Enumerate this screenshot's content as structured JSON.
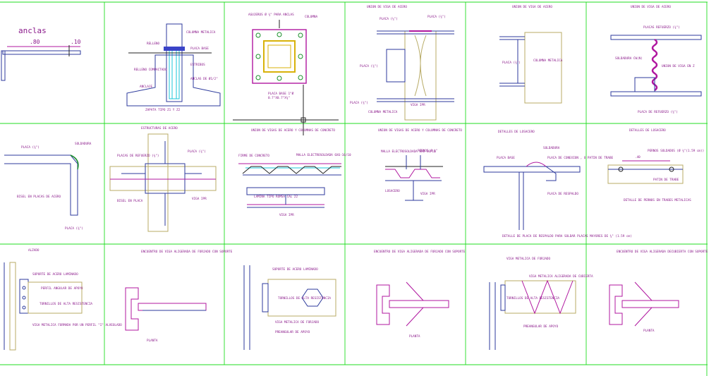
{
  "sheet": {
    "colors": {
      "grid": "#22dd22",
      "outline": "#2c3a9c",
      "label": "#8b1a8b",
      "magenta": "#b0179f",
      "cyan": "#18c5d8",
      "tan": "#b8ab66",
      "yellow": "#d8b20a"
    }
  },
  "cells": {
    "anclas": {
      "title": "anclas",
      "dim_80": ".80",
      "dim_10": ".10"
    },
    "columna_base": {
      "labels": [
        "COLUMNA METALICA",
        "PLACA BASE",
        "ESTRIBOS",
        "ANCLAS DE Ø1/2\"",
        "RELLENO COMPACTADO",
        "ZAPATA TIPO Z1 Y Z2",
        "RELLENO",
        "ANCLAJE"
      ]
    },
    "placa_base": {
      "labels": [
        "AGUJEROS Ø ¾\" PARA ANCLAS",
        "COLUMNA",
        "PLACA BASE 1\"Ø",
        "0.7\"X0.7\"X¾\""
      ]
    },
    "union_viga_acero_1": {
      "title": "UNION DE VIGA DE ACERO",
      "labels": [
        "PLACA (¼\")",
        "PLACA (¾\")",
        "PLACA (¾\")",
        "PLACA (¾\")",
        "VIGA IPR",
        "COLUMNA METALICA"
      ]
    },
    "union_viga_acero_2": {
      "title": "UNION DE VIGA DE ACERO",
      "labels": [
        "PLACA (¾\")",
        "COLUMNA METALICA"
      ]
    },
    "union_viga_acero_3": {
      "title": "UNION DE VIGA DE ACERO",
      "labels": [
        "PLACAS REFUERZO (¾\")",
        "SOLDADURA CW(N)",
        "UNION DE VIGA EN Z",
        "PLACA DE REFUERZO (¾\")"
      ]
    },
    "placa_soldadura": {
      "labels": [
        "PLACA (¾\")",
        "SOLDADURA",
        "BISEL EN PLACAS DE ACERO",
        "PLACA (¾\")"
      ]
    },
    "estructuras_acero": {
      "title": "ESTRUCTURAS DE ACERO",
      "labels": [
        "PLACAS DE REFUERZO (¾\")",
        "PLACA (¾\")",
        "VIGA IPR",
        "BISEL EN PLACA"
      ]
    },
    "union_vigas_columnas": {
      "title": "UNION DE VIGAS DE ACERO Y COLUMNAS DE CONCRETO",
      "labels": [
        "FIRME DE CONCRETO",
        "MALLA ELECTROSOLDADA 6X6-10/10",
        "LAMINA TIPO ROMSA CAL 22",
        "VIGA IPR"
      ]
    },
    "union_vigas_columnas_2": {
      "title": "UNION DE VIGAS DE ACERO Y COLUMNAS DE CONCRETO",
      "labels": [
        "MALLA ELECTROSOLDADA 6X6-10/10",
        "PERNOS Ø ¾\"",
        "LOSACERO",
        "VIGA IPR"
      ]
    },
    "detalles_losacero": {
      "title": "DETALLES DE LOSACERO",
      "labels": [
        "SOLDADURA",
        "PLACA BASE",
        "PLACA DE CONEXION , O PATIN DE TRABE",
        "PLACA DE RESPALDO",
        "DETALLE DE PLACA DE RESPALDO PARA SOLDAR PLACAS MAYORES DE ¾\" (1.59 cm)"
      ]
    },
    "detalles_losacero_2": {
      "title": "DETALLES DE LOSACERO",
      "labels": [
        ".40",
        "PERNOS SOLDADOS (Ø ¾\"(1.59 cm))",
        "PATIN DE TRABE",
        "DETALLE DE PERNOS EN TRABES METALICAS"
      ]
    },
    "alzado": {
      "title": "ALZADO",
      "labels": [
        "SOPORTE DE ACERO LAMINADO",
        "PERFIL ANGULAR DE APOYO",
        "TORNILLOS DE ALTA RESISTENCIA",
        "VIGA METALICA FORMADA POR UN PERFIL \"I\" ALVEOLADO"
      ]
    },
    "encuentro_1": {
      "title": "ENCUENTRO DE VIGA ALIGERADA DE FORJADO CON SOPORTE",
      "labels": [
        "PLANTA"
      ]
    },
    "encuentro_2": {
      "labels": [
        "SOPORTE DE ACERO LAMINADO",
        "TORNILLOS DE ALTA RESISTENCIA",
        "VIGA METALICA DE FORJADO",
        "PREANGULAR DE APOYO"
      ]
    },
    "encuentro_3": {
      "title": "ENCUENTRO DE VIGA ALIGERADA DE FORJADO CON SOPORTE",
      "labels": [
        "PLANTA"
      ]
    },
    "encuentro_4": {
      "title": "VIGA METALICA DE FORJADO",
      "labels": [
        "VIGA METALICA ALIGERADA DE CUBIERTA",
        "TORNILLOS DE ALTA RESISTENCIA",
        "PREANGULAR DE APOYO"
      ]
    },
    "encuentro_5": {
      "title": "ENCUENTRO DE VIGA ALIGERADA DECUBIERTA CON SOPORTE",
      "labels": [
        "PLANTA"
      ]
    }
  }
}
